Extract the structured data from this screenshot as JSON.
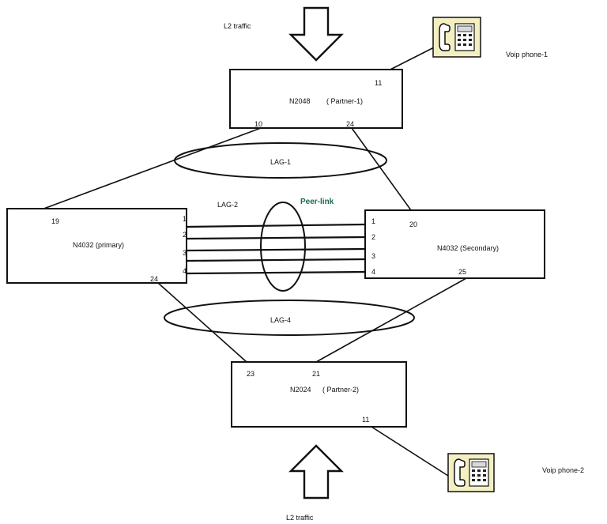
{
  "top_traffic_label": "L2 traffic",
  "bottom_traffic_label": "L2 traffic",
  "phones": {
    "phone1": {
      "label": "Voip phone-1"
    },
    "phone2": {
      "label": "Voip phone-2"
    }
  },
  "switches": {
    "top": {
      "name": "N2048",
      "role": "( Partner-1)",
      "ports": [
        "11",
        "10",
        "24"
      ]
    },
    "primary": {
      "name": "N4032 (primary)",
      "ports": [
        "19",
        "1",
        "2",
        "3",
        "4",
        "24"
      ]
    },
    "secondary": {
      "name": "N4032  (Secondary)",
      "ports": [
        "1",
        "2",
        "3",
        "4",
        "20",
        "25"
      ]
    },
    "bottom": {
      "name": "N2024",
      "role": "( Partner-2)",
      "ports": [
        "23",
        "21",
        "11"
      ]
    }
  },
  "lags": {
    "lag_top": "LAG-1",
    "lag_peer": "LAG-2",
    "peer_link": "Peer-link",
    "lag_bottom": "LAG-4"
  },
  "colors": {
    "line": "#111111",
    "phone_fill": "#f3efc2",
    "peer_link_text": "#1c6b4a"
  }
}
